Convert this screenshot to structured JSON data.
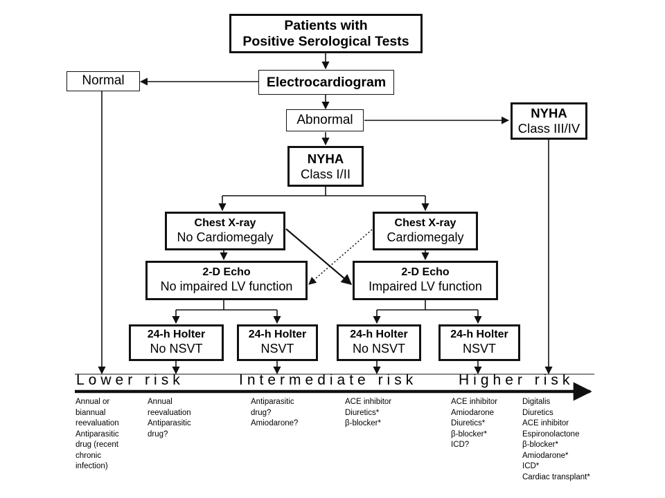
{
  "nodes": {
    "patients": {
      "line1": "Patients with",
      "line2": "Positive Serological Tests"
    },
    "ecg": "Electrocardiogram",
    "normal": "Normal",
    "abnormal": "Abnormal",
    "nyha_high": {
      "line1": "NYHA",
      "line2": "Class III/IV"
    },
    "nyha_low": {
      "line1": "NYHA",
      "line2": "Class I/II"
    },
    "xray_left": {
      "line1": "Chest X-ray",
      "line2": "No Cardiomegaly"
    },
    "xray_right": {
      "line1": "Chest X-ray",
      "line2": "Cardiomegaly"
    },
    "echo_left": {
      "line1": "2-D Echo",
      "line2": "No impaired LV function"
    },
    "echo_right": {
      "line1": "2-D Echo",
      "line2": "Impaired LV function"
    },
    "holter1": {
      "line1": "24-h Holter",
      "line2": "No NSVT"
    },
    "holter2": {
      "line1": "24-h Holter",
      "line2": "NSVT"
    },
    "holter3": {
      "line1": "24-h Holter",
      "line2": "No NSVT"
    },
    "holter4": {
      "line1": "24-h Holter",
      "line2": "NSVT"
    }
  },
  "risk_scale": {
    "lower": "Lower risk",
    "intermediate": "Intermediate risk",
    "higher": "Higher risk"
  },
  "treatments": {
    "t1": "Annual or\nbiannual\nreevaluation\nAntiparasitic\ndrug (recent\nchronic\ninfection)",
    "t2": "Annual\nreevaluation\nAntiparasitic\ndrug?",
    "t3": "Antiparasitic\ndrug?\nAmiodarone?",
    "t4": "ACE inhibitor\nDiuretics*\nβ-blocker*",
    "t5": "ACE inhibitor\nAmiodarone\nDiuretics*\nβ-blocker*\nICD?",
    "t6": "Digitalis\nDiuretics\nACE inhibitor\nEspironolactone\nβ-blocker*\nAmiodarone*\nICD*\nCardiac transplant*"
  },
  "colors": {
    "line": "#111111",
    "background": "#ffffff"
  }
}
